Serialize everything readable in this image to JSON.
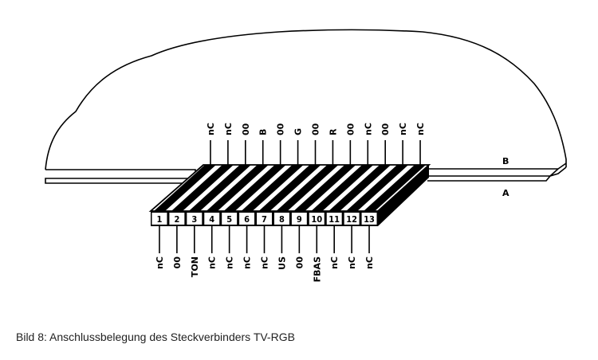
{
  "caption": "Bild 8: Anschlussbelegung des Steckverbinders TV-RGB",
  "side_labels": {
    "top": "B",
    "bottom": "A"
  },
  "pins": [
    {
      "number": "1",
      "top": "nC",
      "bottom": "nC"
    },
    {
      "number": "2",
      "top": "nC",
      "bottom": "00"
    },
    {
      "number": "3",
      "top": "00",
      "bottom": "TON"
    },
    {
      "number": "4",
      "top": "B",
      "bottom": "nC"
    },
    {
      "number": "5",
      "top": "00",
      "bottom": "nC"
    },
    {
      "number": "6",
      "top": "G",
      "bottom": "nC"
    },
    {
      "number": "7",
      "top": "00",
      "bottom": "nC"
    },
    {
      "number": "8",
      "top": "R",
      "bottom": "US"
    },
    {
      "number": "9",
      "top": "00",
      "bottom": "00"
    },
    {
      "number": "10",
      "top": "nC",
      "bottom": "FBAS"
    },
    {
      "number": "11",
      "top": "00",
      "bottom": "nC"
    },
    {
      "number": "12",
      "top": "nC",
      "bottom": "nC"
    },
    {
      "number": "13",
      "top": "nC",
      "bottom": "nC"
    }
  ]
}
